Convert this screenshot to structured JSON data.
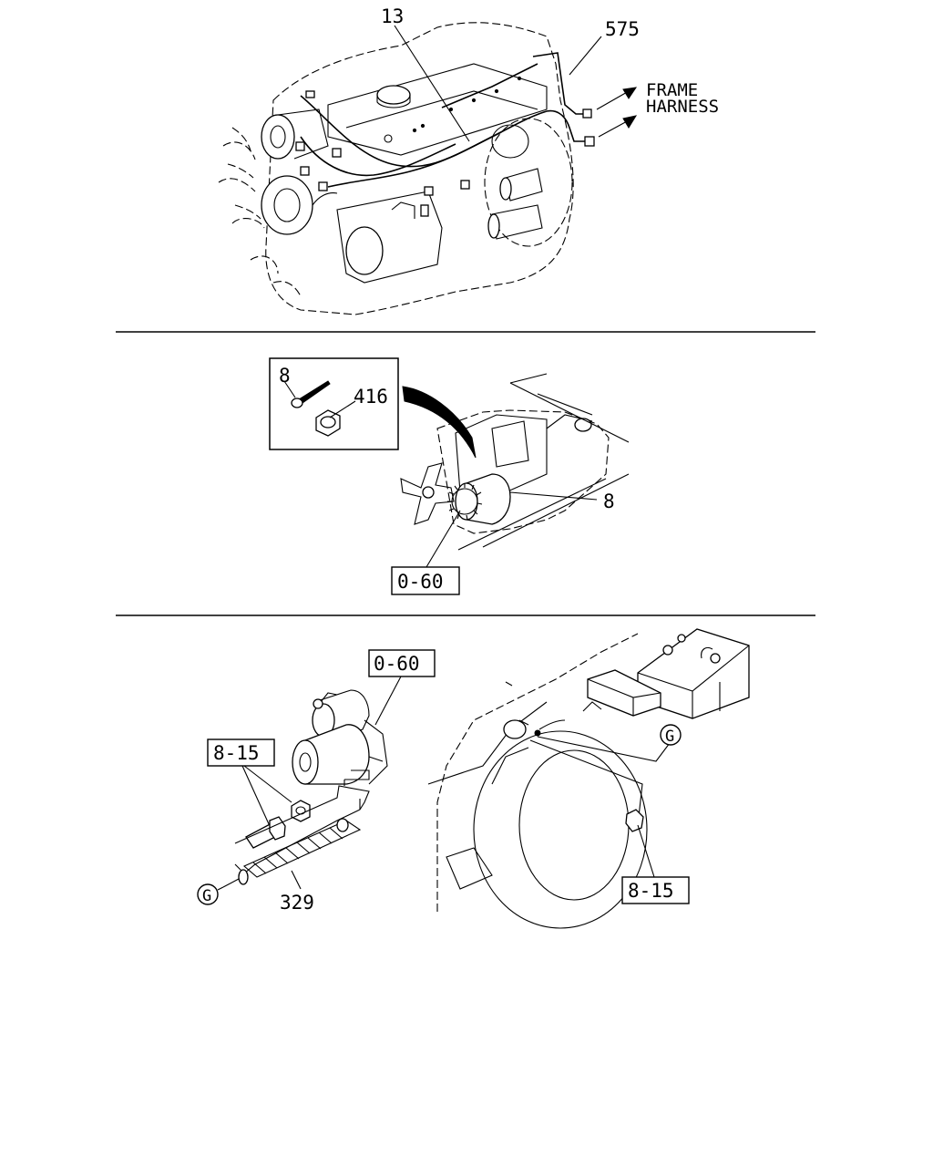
{
  "panels": {
    "top": {
      "callout_13": "13",
      "callout_575": "575",
      "frame_harness_line1": "FRAME",
      "frame_harness_line2": "HARNESS"
    },
    "middle": {
      "callout_8_inset": "8",
      "callout_416": "416",
      "callout_8": "8",
      "ref_box": "0-60"
    },
    "bottom": {
      "ref_box_starter": "0-60",
      "ref_box_left": "8-15",
      "callout_329": "329",
      "ground_left": "G",
      "ground_right": "G",
      "ref_box_right": "8-15"
    }
  }
}
